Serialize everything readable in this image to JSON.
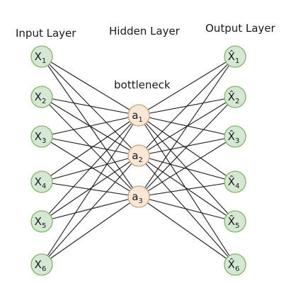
{
  "titles": {
    "input": "Input Layer",
    "hidden": "Hidden Layer",
    "output": "Output Layer"
  },
  "bottleneck_label": "bottleneck",
  "colors": {
    "io_fill": "#d5e8d4",
    "io_stroke": "#82b366",
    "hidden_fill": "#fbe7d6",
    "hidden_stroke": "#c9a27e",
    "edge": "#1a1a1a"
  },
  "input_nodes": [
    {
      "base": "X",
      "sub": "1"
    },
    {
      "base": "X",
      "sub": "2"
    },
    {
      "base": "X",
      "sub": "3"
    },
    {
      "base": "X",
      "sub": "4"
    },
    {
      "base": "X",
      "sub": "5"
    },
    {
      "base": "X",
      "sub": "6"
    }
  ],
  "hidden_nodes": [
    {
      "base": "a",
      "sub": "1"
    },
    {
      "base": "a",
      "sub": "2"
    },
    {
      "base": "a",
      "sub": "3"
    }
  ],
  "output_nodes": [
    {
      "base": "X̂",
      "sub": "1"
    },
    {
      "base": "X̂",
      "sub": "2"
    },
    {
      "base": "X̂",
      "sub": "3"
    },
    {
      "base": "X̂",
      "sub": "4"
    },
    {
      "base": "X̂",
      "sub": "5"
    },
    {
      "base": "X̂",
      "sub": "6"
    }
  ]
}
